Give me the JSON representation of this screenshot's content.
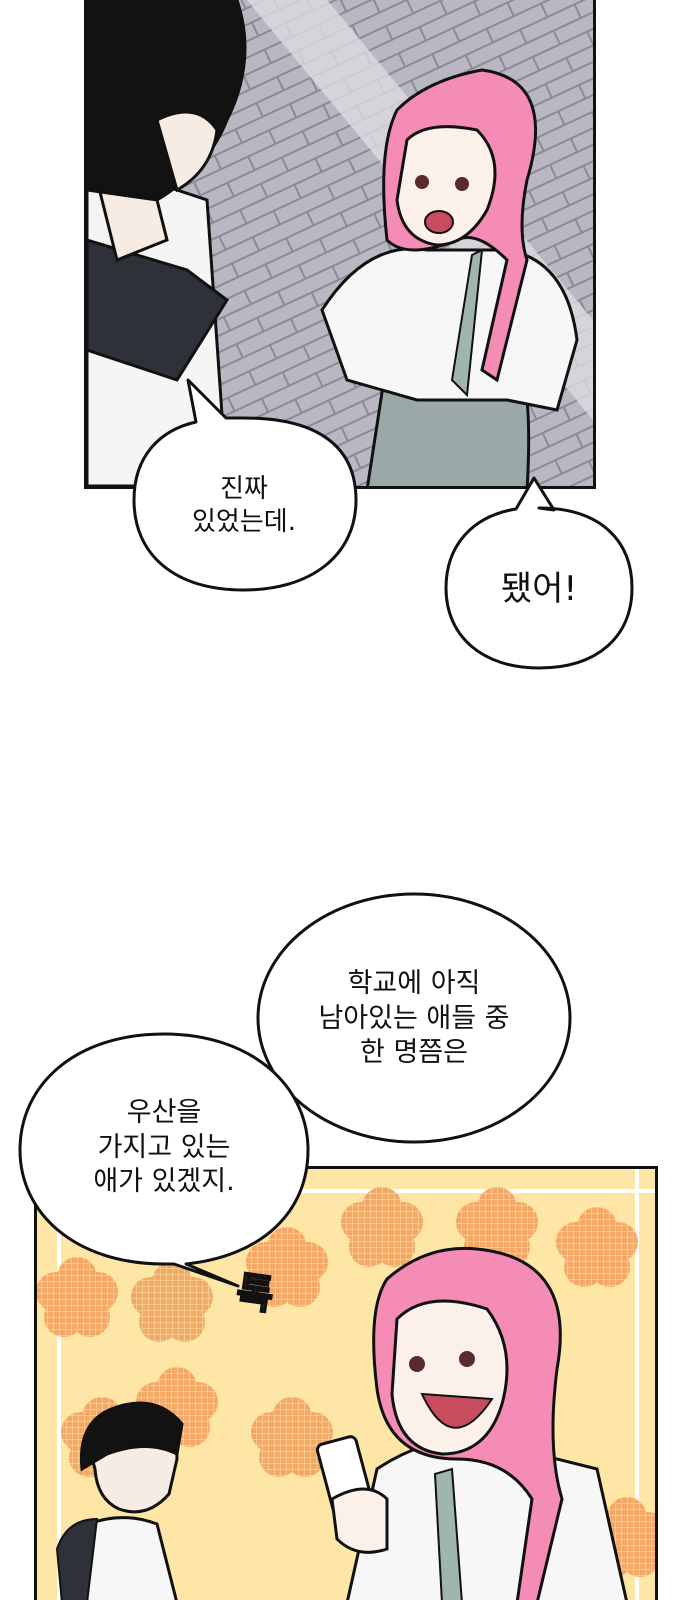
{
  "palette": {
    "ink": "#111111",
    "bubble_fill": "#ffffff",
    "pavement_gray": "#b9b7c1",
    "hair_pink": "#f48cb5",
    "shirt_white": "#f7f7f7",
    "tie_stripe": "#9fb5ae",
    "skirt_gray": "#9aa8a8",
    "background_yellow": "#fde6a6",
    "flower_orange": "#f0a15c"
  },
  "panel_top": {
    "dialogue": [
      {
        "line1": "진짜",
        "line2": "있었는데."
      },
      {
        "line1": "됐어!"
      }
    ]
  },
  "panel_bottom": {
    "dialogue": [
      {
        "line1": "학교에 아직",
        "line2": "남아있는 애들 중",
        "line3": "한 명쯤은"
      },
      {
        "line1": "우산을",
        "line2": "가지고 있는",
        "line3": "애가 있겠지."
      }
    ],
    "sfx": "톡"
  }
}
